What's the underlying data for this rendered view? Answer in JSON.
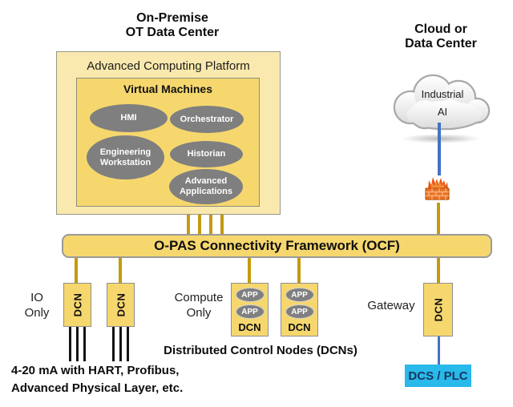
{
  "titles": {
    "on_premise_line1": "On-Premise",
    "on_premise_line2": "OT Data Center",
    "cloud_line1": "Cloud or",
    "cloud_line2": "Data Center"
  },
  "platform": {
    "title": "Advanced Computing Platform",
    "vm_box_title": "Virtual Machines",
    "vms": [
      "HMI",
      "Orchestrator",
      "Engineering Workstation",
      "Historian",
      "Advanced Applications"
    ]
  },
  "cloud": {
    "line1": "Industrial",
    "line2": "AI",
    "icon": "cloud-icon"
  },
  "firewall": {
    "icon": "firewall-icon"
  },
  "ocf_bar": {
    "label": "O-PAS Connectivity Framework (OCF)"
  },
  "dcn_groups": {
    "io": {
      "label_line1": "IO",
      "label_line2": "Only",
      "dcn": "DCN"
    },
    "compute": {
      "label_line1": "Compute",
      "label_line2": "Only",
      "app": "APP",
      "dcn": "DCN"
    },
    "gateway": {
      "label": "Gateway",
      "dcn": "DCN"
    }
  },
  "dcs_plc": {
    "label": "DCS / PLC"
  },
  "captions": {
    "dcns_title": "Distributed Control Nodes (DCNs)",
    "fieldbus_line1": "4-20 mA with HART, Profibus,",
    "fieldbus_line2": "Advanced Physical Layer, etc."
  },
  "colors": {
    "pale_yellow": "#FAE9AE",
    "gold": "#F6D76E",
    "gold_line": "#C49A10",
    "gray_ellipse": "#7F7F7F",
    "blue_connector": "#4472C4",
    "cyan_box": "#29B9EA",
    "cyan_text": "#17375E",
    "firewall_orange": "#ED7224"
  }
}
